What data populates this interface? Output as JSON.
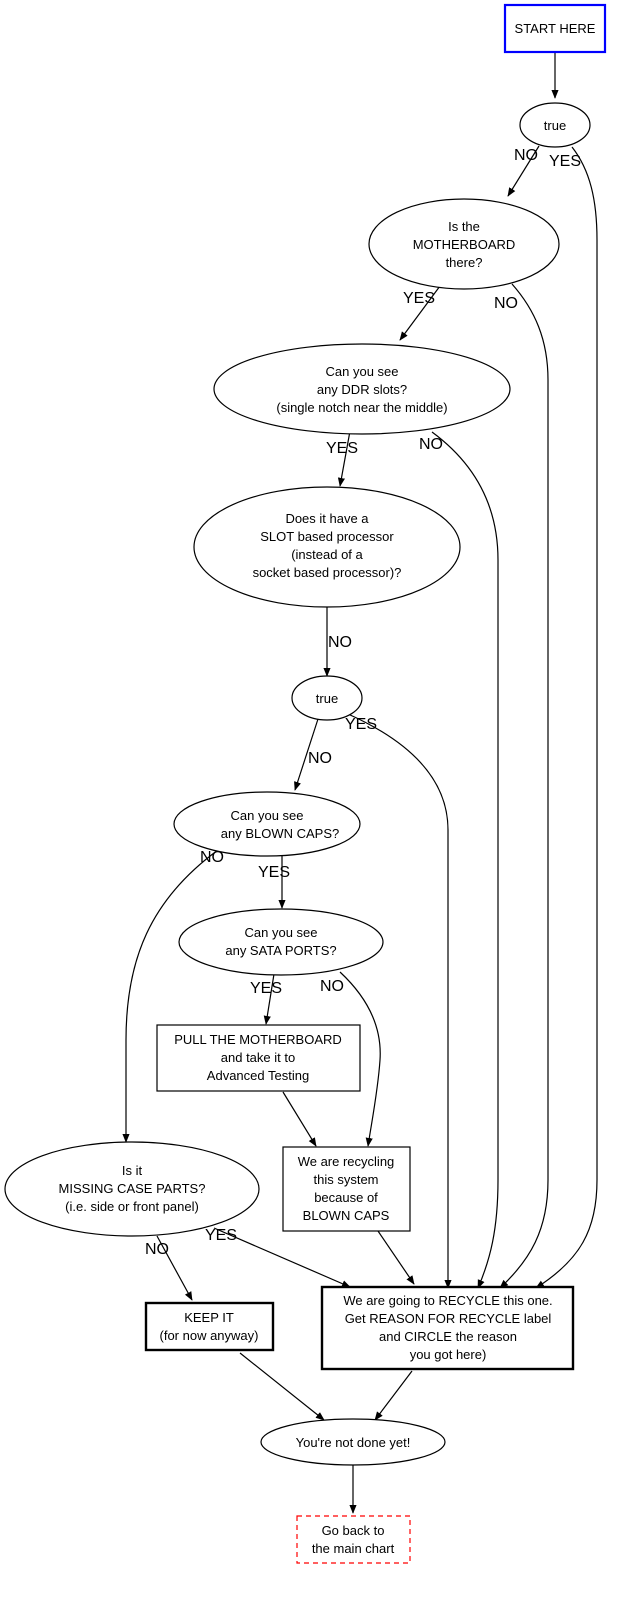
{
  "diagram": {
    "type": "flowchart",
    "colors": {
      "start_border": "#0000ff",
      "end_border": "#ff0000",
      "default_stroke": "#000000"
    },
    "nodes": {
      "start": {
        "lines": [
          "START HERE"
        ],
        "shape": "box",
        "style": "blue-border"
      },
      "true1": {
        "lines": [
          "true"
        ],
        "shape": "ellipse"
      },
      "motherboard": {
        "lines": [
          "Is the",
          "MOTHERBOARD",
          "there?"
        ],
        "shape": "ellipse"
      },
      "ddr": {
        "lines": [
          "Can you see",
          "any DDR slots?",
          "(single notch near the middle)"
        ],
        "shape": "ellipse"
      },
      "slot": {
        "lines": [
          "Does it have a",
          "SLOT based processor",
          "(instead of a",
          "socket based processor)?"
        ],
        "shape": "ellipse"
      },
      "true2": {
        "lines": [
          "true"
        ],
        "shape": "ellipse"
      },
      "blowncaps": {
        "lines": [
          "Can you see",
          "any BLOWN CAPS?"
        ],
        "shape": "ellipse"
      },
      "sata": {
        "lines": [
          "Can you see",
          "any SATA PORTS?"
        ],
        "shape": "ellipse"
      },
      "pull": {
        "lines": [
          "PULL THE MOTHERBOARD",
          "and take it to",
          "Advanced Testing"
        ],
        "shape": "box"
      },
      "recycling_caps": {
        "lines": [
          "We are recycling",
          "this system",
          "because of",
          "BLOWN CAPS"
        ],
        "shape": "box"
      },
      "missing": {
        "lines": [
          "Is it",
          "MISSING CASE PARTS?",
          "(i.e. side or front panel)"
        ],
        "shape": "ellipse"
      },
      "keep": {
        "lines": [
          "KEEP IT",
          "(for now anyway)"
        ],
        "shape": "box",
        "style": "bold"
      },
      "recycle": {
        "lines": [
          "We are going to RECYCLE this one.",
          "Get REASON FOR RECYCLE label",
          "and CIRCLE the reason",
          "you got here)"
        ],
        "shape": "box",
        "style": "bold"
      },
      "notdone": {
        "lines": [
          "You're not done yet!"
        ],
        "shape": "ellipse"
      },
      "goback": {
        "lines": [
          "Go back to",
          "the main chart"
        ],
        "shape": "box",
        "style": "red-dashed"
      }
    },
    "edges": [
      {
        "from": "start",
        "to": "true1",
        "label": ""
      },
      {
        "from": "true1",
        "to": "motherboard",
        "label": "NO"
      },
      {
        "from": "true1",
        "to": "recycle",
        "label": "YES"
      },
      {
        "from": "motherboard",
        "to": "ddr",
        "label": "YES"
      },
      {
        "from": "motherboard",
        "to": "recycle",
        "label": "NO"
      },
      {
        "from": "ddr",
        "to": "slot",
        "label": "YES"
      },
      {
        "from": "ddr",
        "to": "recycle",
        "label": "NO"
      },
      {
        "from": "slot",
        "to": "true2",
        "label": "NO"
      },
      {
        "from": "true2",
        "to": "blowncaps",
        "label": "NO"
      },
      {
        "from": "true2",
        "to": "recycle",
        "label": "YES"
      },
      {
        "from": "blowncaps",
        "to": "sata",
        "label": "YES"
      },
      {
        "from": "blowncaps",
        "to": "missing",
        "label": "NO"
      },
      {
        "from": "sata",
        "to": "pull",
        "label": "YES"
      },
      {
        "from": "sata",
        "to": "recycling_caps",
        "label": "NO"
      },
      {
        "from": "pull",
        "to": "recycling_caps",
        "label": ""
      },
      {
        "from": "recycling_caps",
        "to": "recycle",
        "label": ""
      },
      {
        "from": "missing",
        "to": "keep",
        "label": "NO"
      },
      {
        "from": "missing",
        "to": "recycle",
        "label": "YES"
      },
      {
        "from": "keep",
        "to": "notdone",
        "label": ""
      },
      {
        "from": "recycle",
        "to": "notdone",
        "label": ""
      },
      {
        "from": "notdone",
        "to": "goback",
        "label": ""
      }
    ]
  }
}
